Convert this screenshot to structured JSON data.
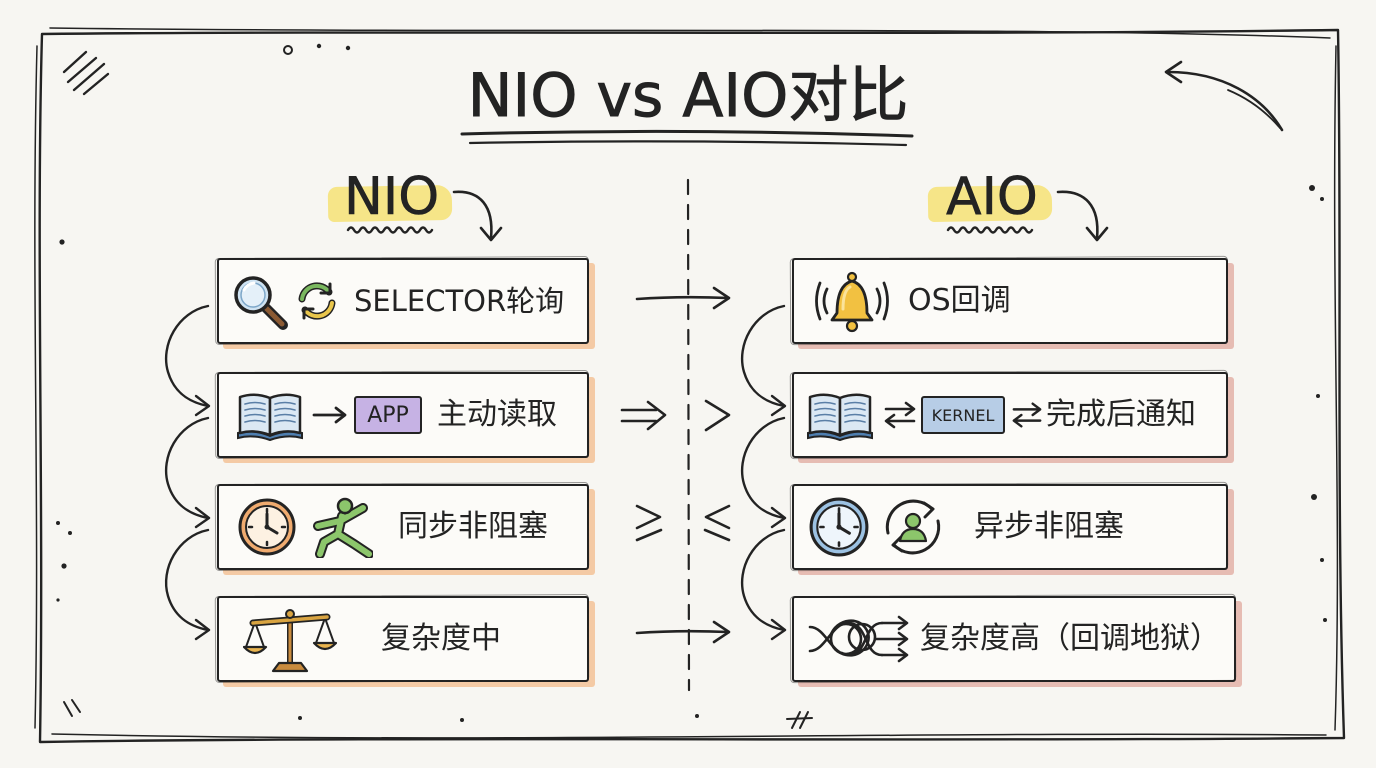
{
  "title": "NIO vs AIO对比",
  "colors": {
    "paper": "#f7f6f2",
    "ink": "#232323",
    "heading_highlight": "#f6e06a",
    "nio_shadow": "#f2ad72",
    "aio_shadow": "#d88d7f",
    "app_badge": "#c6b2e4",
    "kernel_badge": "#b7cde6"
  },
  "nio": {
    "heading": "NIO",
    "rows": [
      {
        "icons": [
          "magnifier-icon",
          "refresh-icon"
        ],
        "label": "SELECTOR轮询"
      },
      {
        "icons": [
          "book-icon",
          "arrow-right-icon"
        ],
        "badge": "APP",
        "label": "主动读取"
      },
      {
        "icons": [
          "clock-icon",
          "yoga-person-icon"
        ],
        "label": "同步非阻塞"
      },
      {
        "icons": [
          "balance-scale-icon"
        ],
        "label": "复杂度中"
      }
    ]
  },
  "aio": {
    "heading": "AIO",
    "rows": [
      {
        "icons": [
          "bell-icon"
        ],
        "label": "OS回调"
      },
      {
        "icons": [
          "book-icon",
          "exchange-arrows-icon"
        ],
        "badge": "KERNEL",
        "label": "完成后通知"
      },
      {
        "icons": [
          "clock-icon",
          "cycle-person-icon"
        ],
        "label": "异步非阻塞"
      },
      {
        "icons": [
          "tangled-knot-icon"
        ],
        "label": "复杂度高（回调地狱）"
      }
    ]
  }
}
